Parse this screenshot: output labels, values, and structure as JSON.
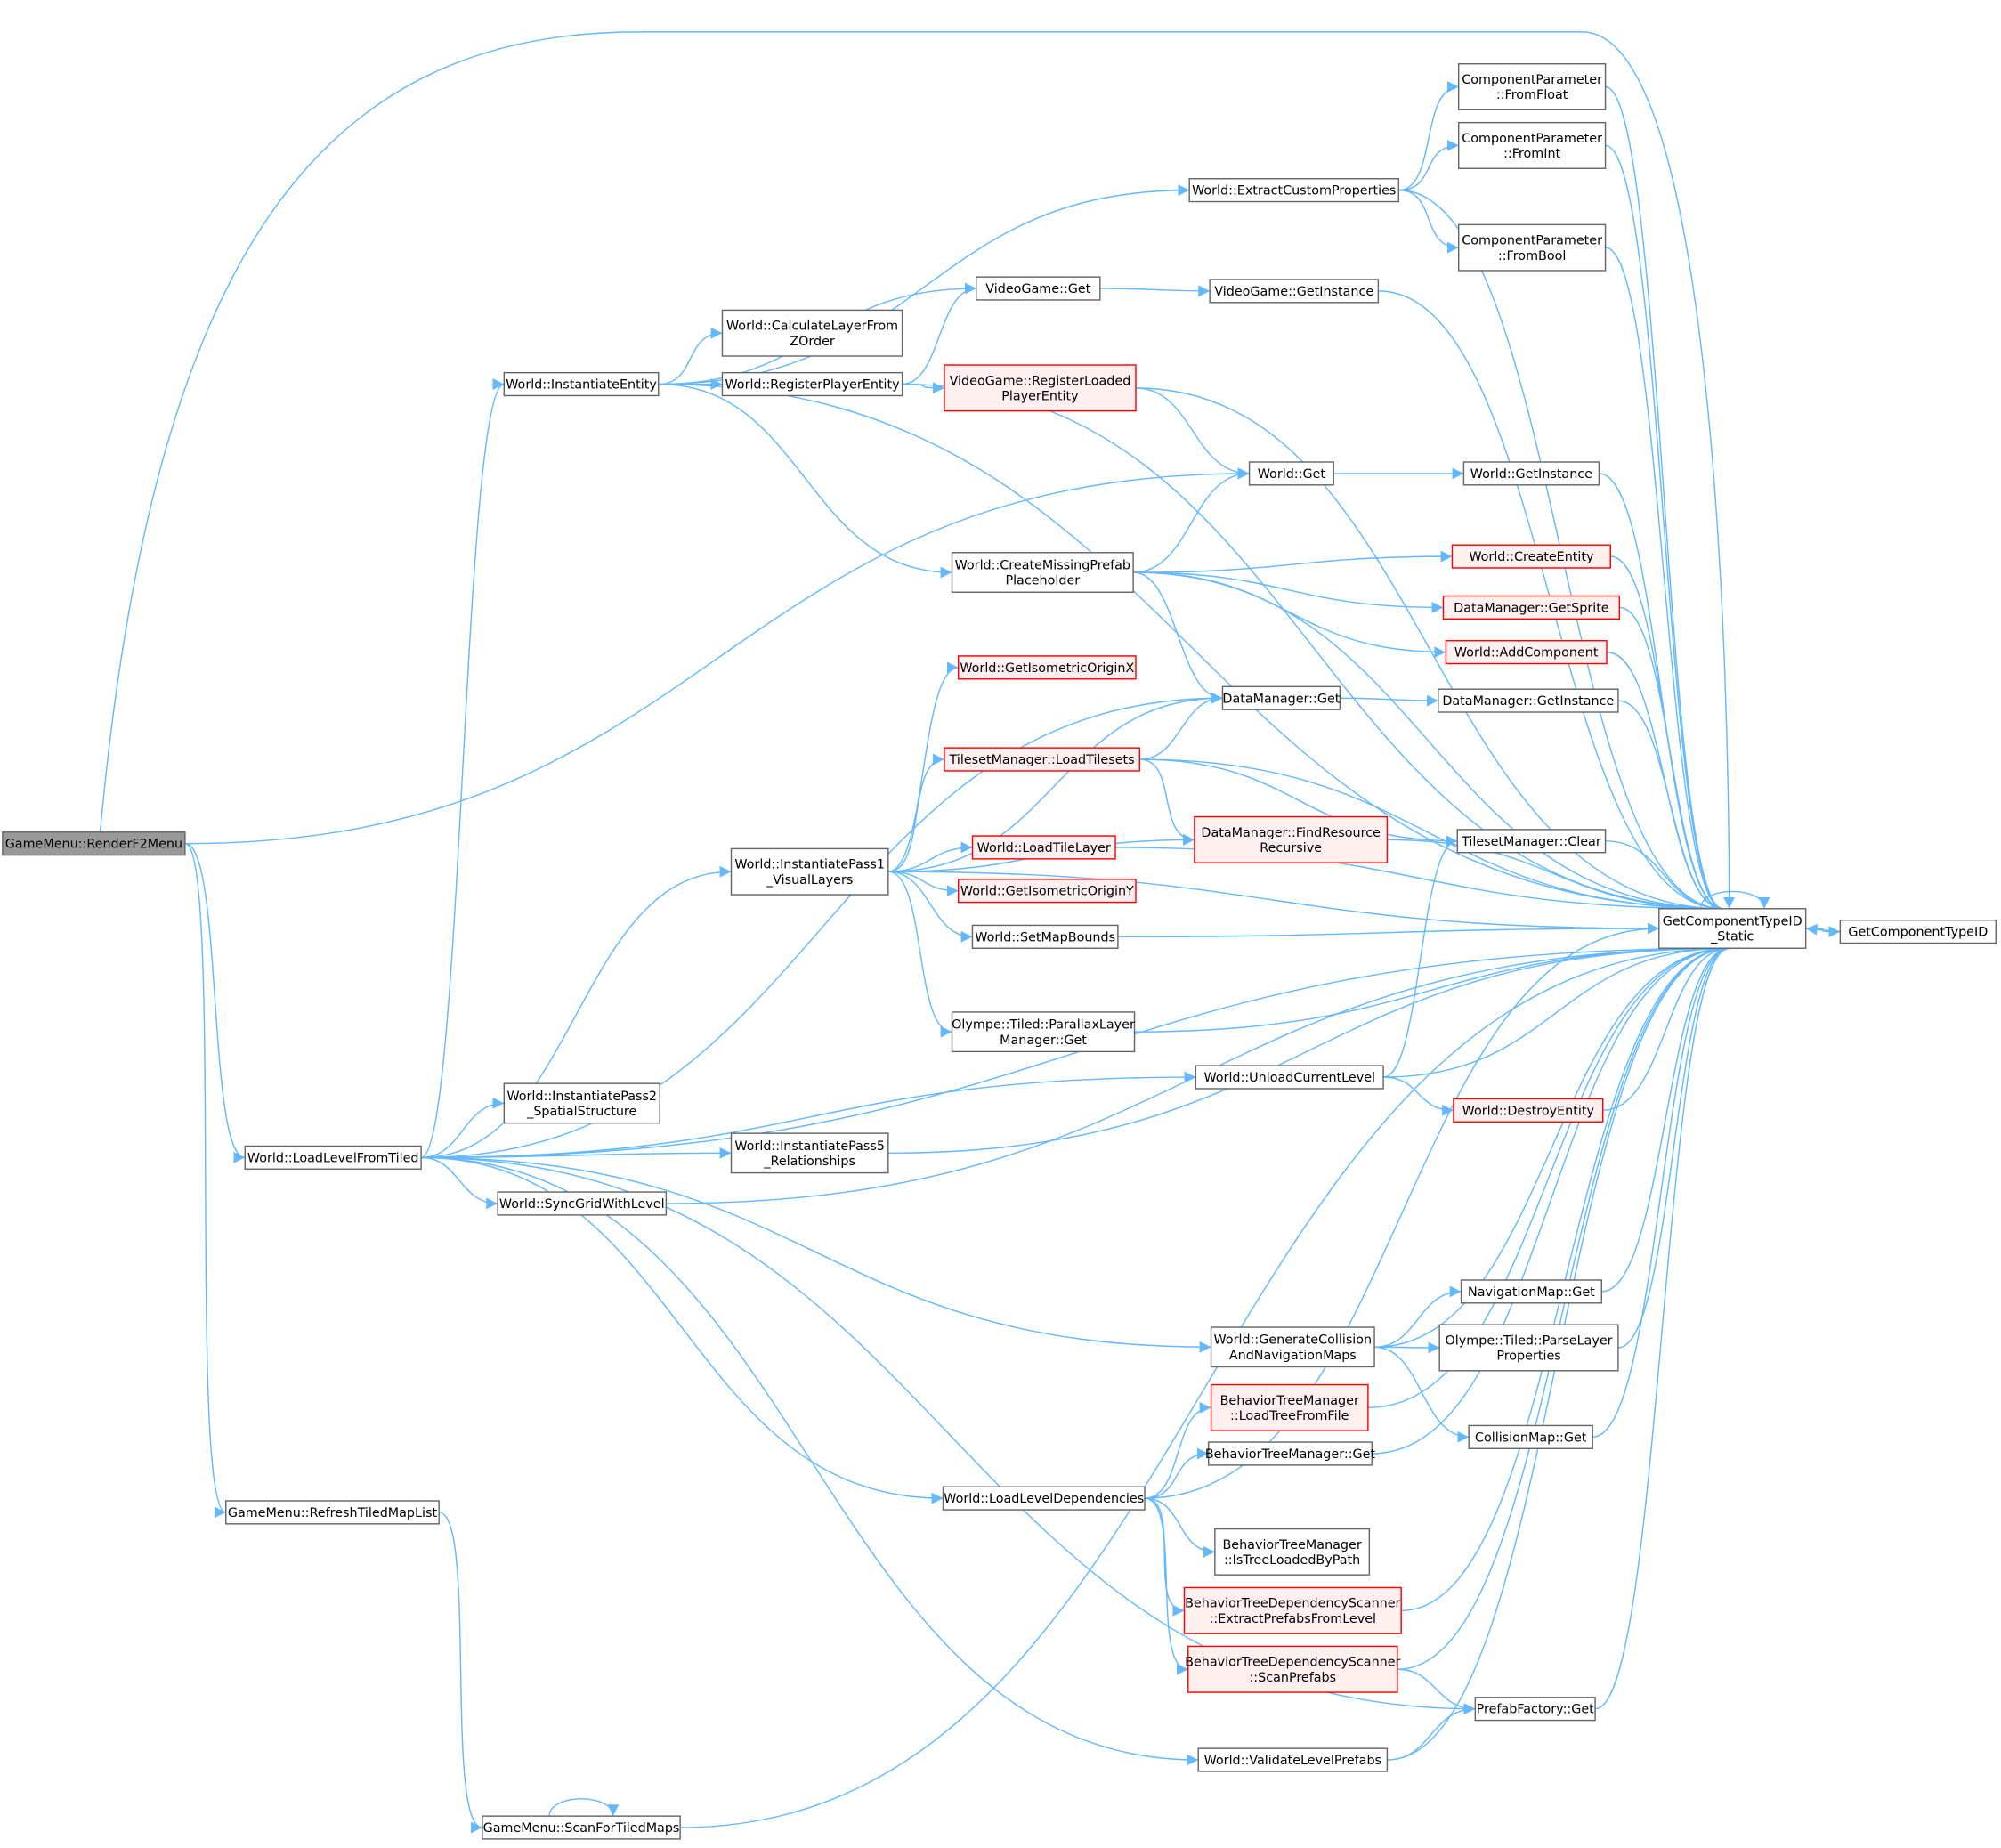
{
  "title": "Call graph of GameMenu::RenderF2Menu",
  "colors": {
    "edge": "#63b8ff",
    "node_border": "#666666",
    "node_fill": "#ffffff",
    "root_fill": "#999999",
    "truncated_border": "#ff0000",
    "truncated_fill": "#fff0f0"
  },
  "nodes": {
    "renderF2": {
      "lines": [
        "GameMenu::RenderF2Menu"
      ],
      "kind": "root"
    },
    "loadLevel": {
      "lines": [
        "World::LoadLevelFromTiled"
      ],
      "kind": "normal"
    },
    "refreshList": {
      "lines": [
        "GameMenu::RefreshTiledMapList"
      ],
      "kind": "normal"
    },
    "scanMaps": {
      "lines": [
        "GameMenu::ScanForTiledMaps"
      ],
      "kind": "normal"
    },
    "instEntity": {
      "lines": [
        "World::InstantiateEntity"
      ],
      "kind": "normal"
    },
    "pass1": {
      "lines": [
        "World::InstantiatePass1",
        "_VisualLayers"
      ],
      "kind": "normal"
    },
    "pass2": {
      "lines": [
        "World::InstantiatePass2",
        "_SpatialStructure"
      ],
      "kind": "normal"
    },
    "pass5": {
      "lines": [
        "World::InstantiatePass5",
        "_Relationships"
      ],
      "kind": "normal"
    },
    "syncGrid": {
      "lines": [
        "World::SyncGridWithLevel"
      ],
      "kind": "normal"
    },
    "vgGet": {
      "lines": [
        "VideoGame::Get"
      ],
      "kind": "normal"
    },
    "calcLayer": {
      "lines": [
        "World::CalculateLayerFrom",
        "ZOrder"
      ],
      "kind": "normal"
    },
    "regPlayer": {
      "lines": [
        "World::RegisterPlayerEntity"
      ],
      "kind": "normal"
    },
    "extractProps": {
      "lines": [
        "World::ExtractCustomProperties"
      ],
      "kind": "normal"
    },
    "fromFloat": {
      "lines": [
        "ComponentParameter",
        "::FromFloat"
      ],
      "kind": "normal"
    },
    "fromInt": {
      "lines": [
        "ComponentParameter",
        "::FromInt"
      ],
      "kind": "normal"
    },
    "fromBool": {
      "lines": [
        "ComponentParameter",
        "::FromBool"
      ],
      "kind": "normal"
    },
    "vgInstance": {
      "lines": [
        "VideoGame::GetInstance"
      ],
      "kind": "normal"
    },
    "regLoaded": {
      "lines": [
        "VideoGame::RegisterLoaded",
        "PlayerEntity"
      ],
      "kind": "truncated"
    },
    "worldGet": {
      "lines": [
        "World::Get"
      ],
      "kind": "normal"
    },
    "worldInstance": {
      "lines": [
        "World::GetInstance"
      ],
      "kind": "normal"
    },
    "createMissing": {
      "lines": [
        "World::CreateMissingPrefab",
        "Placeholder"
      ],
      "kind": "normal"
    },
    "createEntity": {
      "lines": [
        "World::CreateEntity"
      ],
      "kind": "truncated"
    },
    "getSprite": {
      "lines": [
        "DataManager::GetSprite"
      ],
      "kind": "truncated"
    },
    "addComponent": {
      "lines": [
        "World::AddComponent"
      ],
      "kind": "truncated"
    },
    "isoX": {
      "lines": [
        "World::GetIsometricOriginX"
      ],
      "kind": "truncated"
    },
    "dmGet": {
      "lines": [
        "DataManager::Get"
      ],
      "kind": "normal"
    },
    "dmInstance": {
      "lines": [
        "DataManager::GetInstance"
      ],
      "kind": "normal"
    },
    "loadTilesets": {
      "lines": [
        "TilesetManager::LoadTilesets"
      ],
      "kind": "truncated"
    },
    "findRes": {
      "lines": [
        "DataManager::FindResource",
        "Recursive"
      ],
      "kind": "truncated"
    },
    "tsClear": {
      "lines": [
        "TilesetManager::Clear"
      ],
      "kind": "normal"
    },
    "loadTile": {
      "lines": [
        "World::LoadTileLayer"
      ],
      "kind": "truncated"
    },
    "isoY": {
      "lines": [
        "World::GetIsometricOriginY"
      ],
      "kind": "truncated"
    },
    "setBounds": {
      "lines": [
        "World::SetMapBounds"
      ],
      "kind": "normal"
    },
    "parallax": {
      "lines": [
        "Olympe::Tiled::ParallaxLayer",
        "Manager::Get"
      ],
      "kind": "normal"
    },
    "unload": {
      "lines": [
        "World::UnloadCurrentLevel"
      ],
      "kind": "normal"
    },
    "destroy": {
      "lines": [
        "World::DestroyEntity"
      ],
      "kind": "truncated"
    },
    "gcts": {
      "lines": [
        "GetComponentTypeID",
        "_Static"
      ],
      "kind": "normal"
    },
    "gct": {
      "lines": [
        "GetComponentTypeID"
      ],
      "kind": "normal"
    },
    "navGet": {
      "lines": [
        "NavigationMap::Get"
      ],
      "kind": "normal"
    },
    "genColl": {
      "lines": [
        "World::GenerateCollision",
        "AndNavigationMaps"
      ],
      "kind": "normal"
    },
    "parseLayer": {
      "lines": [
        "Olympe::Tiled::ParseLayer",
        "Properties"
      ],
      "kind": "normal"
    },
    "collGet": {
      "lines": [
        "CollisionMap::Get"
      ],
      "kind": "normal"
    },
    "btLoadTree": {
      "lines": [
        "BehaviorTreeManager",
        "::LoadTreeFromFile"
      ],
      "kind": "truncated"
    },
    "btGet": {
      "lines": [
        "BehaviorTreeManager::Get"
      ],
      "kind": "normal"
    },
    "loadDeps": {
      "lines": [
        "World::LoadLevelDependencies"
      ],
      "kind": "normal"
    },
    "btIsLoaded": {
      "lines": [
        "BehaviorTreeManager",
        "::IsTreeLoadedByPath"
      ],
      "kind": "normal"
    },
    "extractPrefabs": {
      "lines": [
        "BehaviorTreeDependencyScanner",
        "::ExtractPrefabsFromLevel"
      ],
      "kind": "truncated"
    },
    "scanPrefabs": {
      "lines": [
        "BehaviorTreeDependencyScanner",
        "::ScanPrefabs"
      ],
      "kind": "truncated"
    },
    "prefabGet": {
      "lines": [
        "PrefabFactory::Get"
      ],
      "kind": "normal"
    },
    "validate": {
      "lines": [
        "World::ValidateLevelPrefabs"
      ],
      "kind": "normal"
    }
  }
}
